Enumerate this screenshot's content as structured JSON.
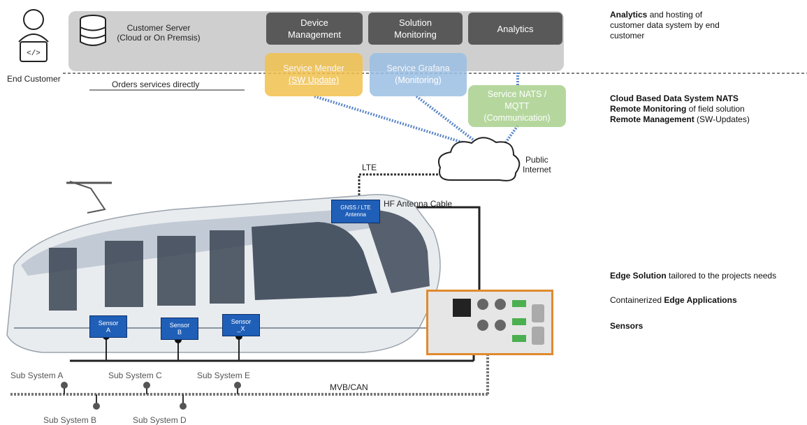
{
  "end_customer": {
    "label": "End Customer",
    "icon": "developer-icon"
  },
  "customer_server": {
    "line1": "Customer Server",
    "line2": "(Cloud or On Premsis)",
    "icon": "database-icon"
  },
  "cloud_boxes": {
    "device_management": {
      "line1": "Device",
      "line2": "Management"
    },
    "solution_monitoring": {
      "line1": "Solution",
      "line2": "Monitoring"
    },
    "analytics": {
      "label": "Analytics"
    }
  },
  "services": {
    "mender": {
      "line1": "Service Mender",
      "line2": "(SW Update)",
      "color": "#f2c14e"
    },
    "grafana": {
      "line1": "Service Grafana",
      "line2": "(Monitoring)",
      "color": "#9bbfe3"
    },
    "nats": {
      "line1": "Service NATS /",
      "line2": "MQTT",
      "line3": "(Communication)",
      "color": "#a9d18e"
    }
  },
  "orders_label": "Orders services directly",
  "internet": {
    "line1": "Public",
    "line2": "Internet",
    "lte": "LTE"
  },
  "antenna": {
    "line1": "GNSS / LTE",
    "line2": "Antenna",
    "cable": "HF Antenna Cable"
  },
  "sensors": [
    {
      "line1": "Sensor",
      "line2": "A"
    },
    {
      "line1": "Sensor",
      "line2": "B"
    },
    {
      "line1": "Sensor",
      "line2": "_X"
    }
  ],
  "bus_label": "MVB/CAN",
  "subsystems_top": [
    "Sub System A",
    "Sub System C",
    "Sub System E"
  ],
  "subsystems_bottom": [
    "Sub System B",
    "Sub System D"
  ],
  "notes": {
    "n1_bold": "Analytics",
    "n1_rest": " and hosting of",
    "n1_line2": "customer data system by end",
    "n1_line3": "customer",
    "n2_bold": "Cloud Based Data System NATS",
    "n3_bold": "Remote Monitoring",
    "n3_rest": " of field solution",
    "n4_bold": "Remote Management",
    "n4_rest": " (SW-Updates)",
    "n5_bold": "Edge Solution",
    "n5_rest": " tailored to the projects needs",
    "n6_rest": "Containerized ",
    "n6_bold": "Edge Applications",
    "n7_bold": "Sensors"
  },
  "colors": {
    "sensor_blue": "#1f5fb8",
    "band_gray": "#cfcfcf",
    "box_dark": "#595959",
    "dash_blue": "#5b86c9"
  }
}
